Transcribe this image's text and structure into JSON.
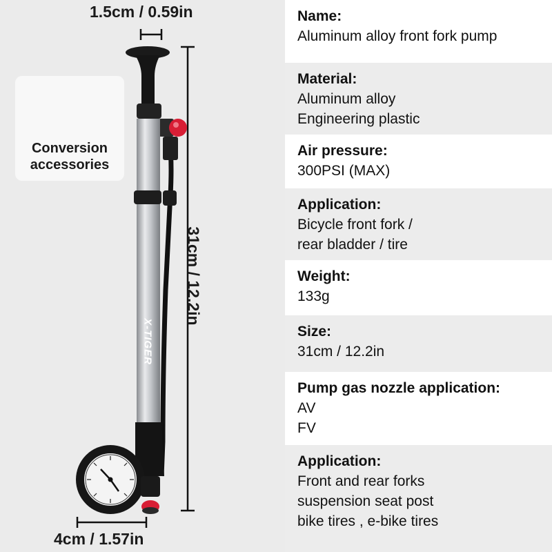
{
  "dimensions": {
    "top_width": "1.5cm / 0.59in",
    "height": "31cm / 12.2in",
    "bottom_width": "4cm / 1.57in"
  },
  "accessory": {
    "label_lines": [
      "Conversion",
      "accessories"
    ]
  },
  "brand": "X-TIGER",
  "colors": {
    "background": "#ebebeb",
    "row_white": "#ffffff",
    "row_grey": "#ececec",
    "pump_silver": "#b9bcc0",
    "valve_red": "#d81e35",
    "brass": "#c8962e"
  },
  "specs": [
    {
      "title": "Name:",
      "lines": [
        "Aluminum alloy front fork pump"
      ]
    },
    {
      "title": "Material:",
      "lines": [
        "Aluminum alloy",
        "Engineering plastic"
      ]
    },
    {
      "title": "Air pressure:",
      "lines": [
        "300PSI (MAX)"
      ]
    },
    {
      "title": "Application:",
      "lines": [
        "Bicycle front fork /",
        "rear bladder / tire"
      ]
    },
    {
      "title": "Weight:",
      "lines": [
        "133g"
      ]
    },
    {
      "title": "Size:",
      "lines": [
        "31cm / 12.2in"
      ]
    },
    {
      "title": "Pump gas nozzle application:",
      "lines": [
        "AV",
        "FV"
      ]
    },
    {
      "title": "Application:",
      "lines": [
        "Front and rear forks",
        "suspension seat post",
        "bike tires , e-bike tires"
      ]
    }
  ]
}
